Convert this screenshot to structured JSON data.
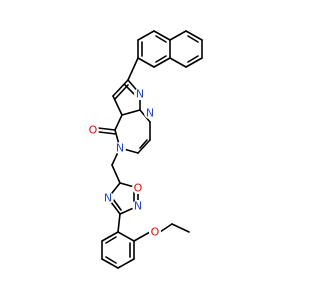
{
  "colors": {
    "carbon_bond": "#000000",
    "nitrogen": "#1f3fff",
    "oxygen": "#ff0000",
    "background": "#ffffff"
  },
  "atoms": {
    "n_pyrazole_1": "N",
    "n_pyrazole_2": "N",
    "n_pyrazinone": "N",
    "o_carbonyl": "O",
    "o_oxadiazole": "O",
    "n_oxadiazole_1": "N",
    "n_oxadiazole_2": "N",
    "o_ether": "O"
  }
}
